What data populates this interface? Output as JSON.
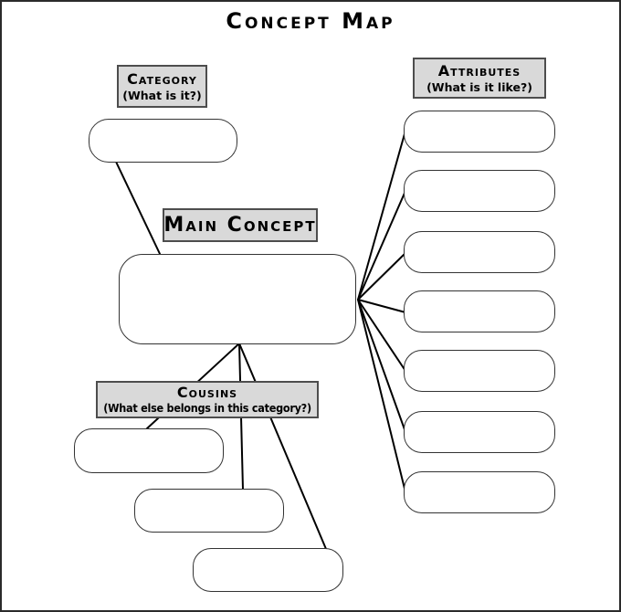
{
  "title": "Concept Map",
  "labels": {
    "category": {
      "heading": "Category",
      "question": "(What is it?)"
    },
    "attributes": {
      "heading": "Attributes",
      "question": "(What is it like?)"
    },
    "main_concept": {
      "heading": "Main Concept"
    },
    "cousins": {
      "heading": "Cousins",
      "question": "(What else belongs in this category?)"
    }
  },
  "nodes": {
    "category_count": 1,
    "attributes_count": 7,
    "cousins_count": 3,
    "main_concept_count": 1,
    "all_nodes_empty": true
  },
  "colors": {
    "background": "#ffffff",
    "text": "#000000",
    "label_fill": "#d9d9d9",
    "label_border": "#4d4d4d",
    "node_border": "#333333",
    "connector": "#000000",
    "frame_border": "#2b2b2b"
  }
}
